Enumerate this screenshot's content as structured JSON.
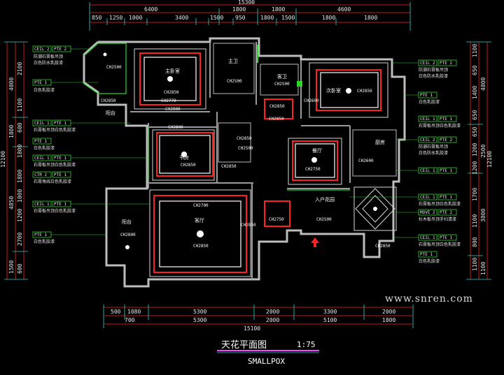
{
  "drawing": {
    "title": "天花平面图",
    "scale": "1:75",
    "subtitle": "SMALLPOX",
    "watermark": "www.snren.com"
  },
  "dims_top": {
    "total": "15300",
    "row1": [
      "6400",
      "1800",
      "1800",
      "4600"
    ],
    "row2": [
      "850",
      "1250",
      "1000",
      "3400",
      "1500",
      "950",
      "1800",
      "1500",
      "1800",
      "1800"
    ]
  },
  "dims_bottom": {
    "total": "15100",
    "row1": [
      "500",
      "1080",
      "5300",
      "2000",
      "3300",
      "2000"
    ],
    "row2": [
      "700",
      "5300",
      "2000",
      "5100",
      "1800"
    ]
  },
  "dims_left": {
    "total": "12100",
    "row1": [
      "4000",
      "1800",
      "4850",
      "1500"
    ],
    "row2": [
      "2100",
      "1100",
      "600",
      "1800",
      "1800",
      "1000",
      "1200",
      "2700",
      "600"
    ]
  },
  "dims_right": {
    "total": "12100",
    "row1": [
      "4800",
      "2500",
      "3800",
      "1100"
    ],
    "row2": [
      "1100",
      "650",
      "1400",
      "650",
      "650",
      "1200",
      "1200",
      "1700",
      "1100",
      "800",
      "1100"
    ]
  },
  "rooms": [
    "主卧室",
    "主卫",
    "客卫",
    "次卧室",
    "阳台",
    "书房",
    "餐厅",
    "厨房",
    "入户花园",
    "阳台",
    "客厅"
  ],
  "ceiling_heights": [
    "CH2500",
    "CH2850",
    "CH2770",
    "CH2800",
    "CH2500",
    "CH2500",
    "CH2850",
    "CH2850",
    "CH2850",
    "CH2600",
    "CH2850",
    "CH2800",
    "CH2850",
    "CH2850",
    "CH2750",
    "CH2600",
    "CH2700",
    "CH2850",
    "CH2850",
    "CH2850",
    "CH2750",
    "CH2500",
    "CH2800",
    "CH2850",
    "CH2500"
  ],
  "left_notes": [
    {
      "tags": [
        "CEIL 2",
        "PTE 2"
      ],
      "lines": [
        "防潮石膏板吊顶",
        "白色防水乳胶漆"
      ]
    },
    {
      "tags": [
        "PTE 1"
      ],
      "lines": [
        "白色乳胶漆"
      ]
    },
    {
      "tags": [
        "CEIL 1",
        "PTE 1"
      ],
      "lines": [
        "石膏板吊顶白色乳胶漆"
      ]
    },
    {
      "tags": [
        "PTE 1"
      ],
      "lines": [
        "白色乳胶漆"
      ]
    },
    {
      "tags": [
        "CEIL 1",
        "PTE 1"
      ],
      "lines": [
        "石膏板吊顶白色乳胶漆"
      ]
    },
    {
      "tags": [
        "CTR 2",
        "PTE 1"
      ],
      "lines": [
        "石膏角线白色乳胶漆"
      ]
    },
    {
      "tags": [
        "CEIL 1",
        "PTE 1"
      ],
      "lines": [
        "石膏板吊顶白色乳胶漆"
      ]
    },
    {
      "tags": [
        "PTE 1"
      ],
      "lines": [
        "白色乳胶漆"
      ]
    }
  ],
  "right_notes": [
    {
      "tags": [
        "CEIL 2",
        "PTE 2"
      ],
      "lines": [
        "防潮石膏板吊顶",
        "白色防水乳胶漆"
      ]
    },
    {
      "tags": [
        "PTE 1"
      ],
      "lines": [
        "白色乳胶漆"
      ]
    },
    {
      "tags": [
        "CEIL 1",
        "PTE 1"
      ],
      "lines": [
        "石膏板吊顶白色乳胶漆"
      ]
    },
    {
      "tags": [
        "CEIL 2",
        "PTE 2"
      ],
      "lines": [
        "防潮石膏板吊顶",
        "白色防水乳胶漆"
      ]
    },
    {
      "tags": [
        "CEIL 1",
        "PTE 1"
      ],
      "lines": []
    },
    {
      "tags": [
        "CEIL 1",
        "PTE 1"
      ],
      "lines": [
        "石膏板吊顶白色乳胶漆"
      ]
    },
    {
      "tags": [
        "MOVE 2",
        "PTE 2"
      ],
      "lines": [
        "杉木板吊顶手扫清漆"
      ]
    },
    {
      "tags": [
        "CEIL 1",
        "PTE 1"
      ],
      "lines": [
        "石膏板吊顶白色乳胶漆"
      ]
    },
    {
      "tags": [
        "PTE 1"
      ],
      "lines": [
        "白色乳胶漆"
      ]
    }
  ]
}
